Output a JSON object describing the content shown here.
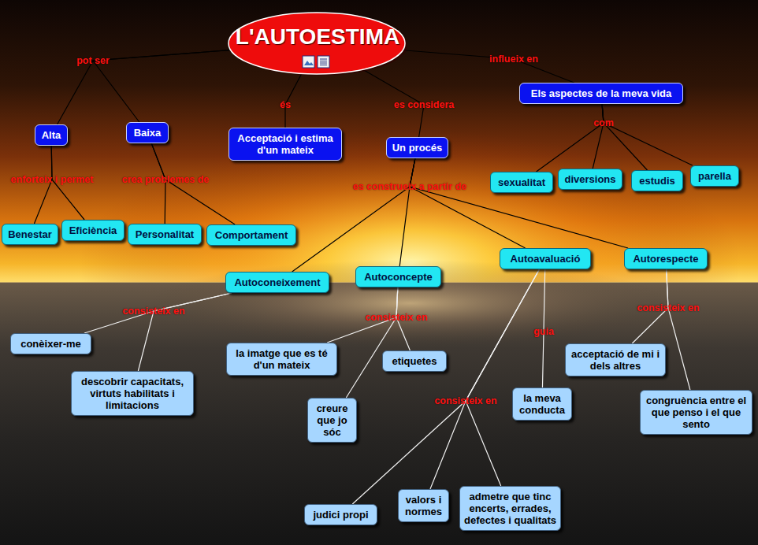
{
  "diagram": {
    "nodes": [
      {
        "text": [
          "L'AUTOESTIMA"
        ]
      },
      {
        "text": [
          "Alta"
        ]
      },
      {
        "text": [
          "Baixa"
        ]
      },
      {
        "text": [
          "Acceptació i estima d'un mateix"
        ]
      },
      {
        "text": [
          "Un procés"
        ]
      },
      {
        "text": [
          "Els aspectes de la meva vida"
        ]
      },
      {
        "text": [
          "sexualitat"
        ]
      },
      {
        "text": [
          "diversions"
        ]
      },
      {
        "text": [
          "estudis"
        ]
      },
      {
        "text": [
          "parella"
        ]
      },
      {
        "text": [
          "Benestar"
        ]
      },
      {
        "text": [
          "Eficiència"
        ]
      },
      {
        "text": [
          "Personalitat"
        ]
      },
      {
        "text": [
          "Comportament"
        ]
      },
      {
        "text": [
          "Autoconeixement"
        ]
      },
      {
        "text": [
          "Autoconcepte"
        ]
      },
      {
        "text": [
          "Autoavaluació"
        ]
      },
      {
        "text": [
          "Autorespecte"
        ]
      },
      {
        "text": [
          "conèixer-me"
        ]
      },
      {
        "text": [
          "descobrir capacitats, virtuts habilitats i limitacions"
        ]
      },
      {
        "text": [
          "la imatge que es té d'un mateix"
        ]
      },
      {
        "text": [
          "etiquetes"
        ]
      },
      {
        "text": [
          "creure que jo sóc"
        ]
      },
      {
        "text": [
          "la meva conducta"
        ]
      },
      {
        "text": [
          "acceptació de mi i dels altres"
        ]
      },
      {
        "text": [
          "congruència entre el que penso i el que sento"
        ]
      },
      {
        "text": [
          "judici propi"
        ]
      },
      {
        "text": [
          "valors i normes"
        ]
      },
      {
        "text": [
          "admetre que tinc encerts, errades, defectes i qualitats"
        ]
      }
    ],
    "edges": [
      {
        "from": 0,
        "to": 1,
        "arrow": "none",
        "label": "pot ser"
      },
      {
        "from": 0,
        "to": 2,
        "arrow": "none"
      },
      {
        "from": 0,
        "to": 3,
        "arrow": "none",
        "label": "és"
      },
      {
        "from": 0,
        "to": 4,
        "arrow": "none",
        "label": "es considera"
      },
      {
        "from": 0,
        "to": 5,
        "arrow": "none",
        "label": "influeix en"
      },
      {
        "from": 1,
        "to": 10,
        "arrow": "none",
        "label": "enforteix i permet"
      },
      {
        "from": 1,
        "to": 11,
        "arrow": "none"
      },
      {
        "from": 2,
        "to": 12,
        "arrow": "none",
        "label": "crea problemes de"
      },
      {
        "from": 2,
        "to": 13,
        "arrow": "none"
      },
      {
        "from": 5,
        "to": 6,
        "arrow": "none",
        "label": "com"
      },
      {
        "from": 5,
        "to": 7,
        "arrow": "none"
      },
      {
        "from": 5,
        "to": 8,
        "arrow": "none"
      },
      {
        "from": 5,
        "to": 9,
        "arrow": "none"
      },
      {
        "from": 4,
        "to": 14,
        "arrow": "none",
        "label": "es construeix a partir de"
      },
      {
        "from": 4,
        "to": 15,
        "arrow": "none"
      },
      {
        "from": 4,
        "to": 16,
        "arrow": "none"
      },
      {
        "from": 4,
        "to": 17,
        "arrow": "none"
      },
      {
        "from": 14,
        "to": 18,
        "arrow": "none",
        "label": "consisteix en"
      },
      {
        "from": 14,
        "to": 19,
        "arrow": "none"
      },
      {
        "from": 15,
        "to": 20,
        "arrow": "none",
        "label": "consisteix en"
      },
      {
        "from": 15,
        "to": 21,
        "arrow": "none"
      },
      {
        "from": 15,
        "to": 22,
        "arrow": "none"
      },
      {
        "from": 16,
        "to": 23,
        "arrow": "none",
        "label": "guia"
      },
      {
        "from": 16,
        "to": 26,
        "arrow": "none",
        "label": "consisteix en"
      },
      {
        "from": 16,
        "to": 27,
        "arrow": "none"
      },
      {
        "from": 16,
        "to": 28,
        "arrow": "none"
      },
      {
        "from": 17,
        "to": 24,
        "arrow": "none",
        "label": "consisteix en"
      },
      {
        "from": 17,
        "to": 25,
        "arrow": "none"
      }
    ]
  }
}
